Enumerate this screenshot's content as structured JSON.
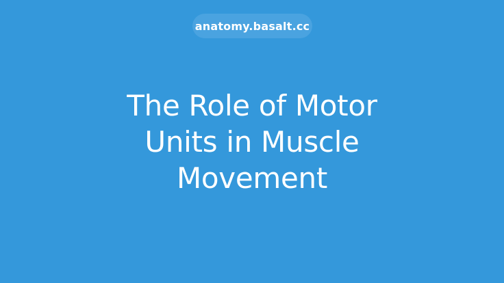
{
  "site": {
    "domain_label": "anatomy.basalt.cc"
  },
  "article": {
    "title_lines": [
      "The Role of Motor",
      "Units in Muscle",
      "Movement"
    ],
    "title": "The Role of Motor Units in Muscle Movement"
  },
  "colors": {
    "background": "#3498db",
    "pill_background": "#4aa3e0",
    "text": "#ffffff"
  }
}
